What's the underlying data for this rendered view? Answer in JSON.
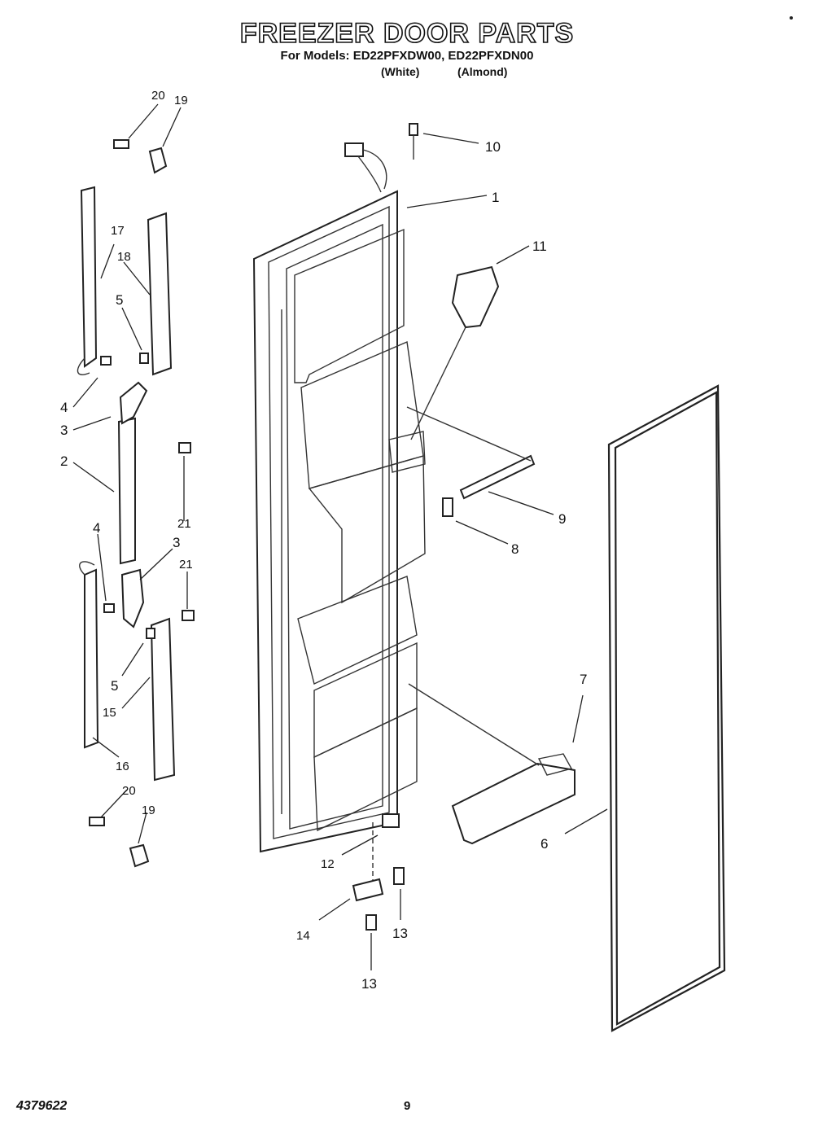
{
  "header": {
    "title": "FREEZER DOOR PARTS",
    "models_line": "For Models: ED22PFXDW00, ED22PFXDN00",
    "color_white": "(White)",
    "color_almond": "(Almond)"
  },
  "footer": {
    "doc_number": "4379622",
    "page_number": "9"
  },
  "callouts": {
    "c1": "1",
    "c2": "2",
    "c3a": "3",
    "c3b": "3",
    "c4a": "4",
    "c4b": "4",
    "c5a": "5",
    "c5b": "5",
    "c6": "6",
    "c7": "7",
    "c8": "8",
    "c9": "9",
    "c10": "10",
    "c11": "11",
    "c12": "12",
    "c13a": "13",
    "c13b": "13",
    "c14": "14",
    "c15": "15",
    "c16": "16",
    "c17": "17",
    "c18": "18",
    "c19a": "19",
    "c19b": "19",
    "c20a": "20",
    "c20b": "20",
    "c21a": "21",
    "c21b": "21"
  }
}
